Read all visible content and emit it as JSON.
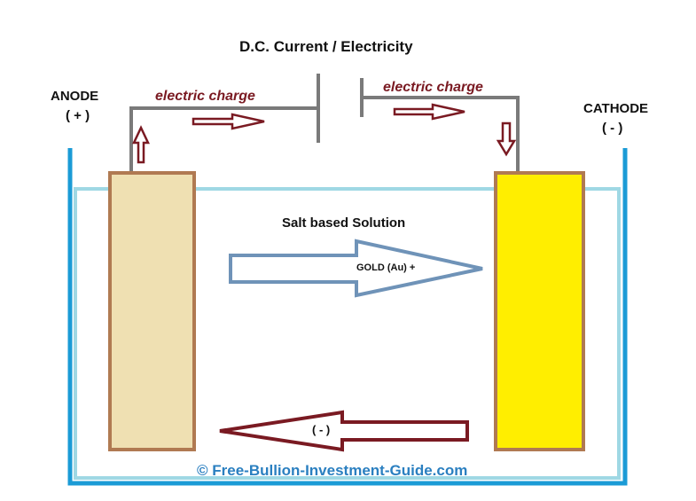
{
  "title": "D.C. Current / Electricity",
  "anode": {
    "label": "ANODE",
    "sign": "( + )"
  },
  "cathode": {
    "label": "CATHODE",
    "sign": "( - )"
  },
  "electric_charge_left": "electric charge",
  "electric_charge_right": "electric charge",
  "solution_label": "Salt based Solution",
  "gold_flow_label": "GOLD (Au)  +",
  "negative_flow_label": "( - )",
  "copyright": "© Free-Bullion-Investment-Guide.com",
  "colors": {
    "wire": "#7a7a7a",
    "container": "#1b9bd6",
    "solution": "#9fd8e4",
    "anode_fill": "#efe0b2",
    "cathode_fill": "#ffee00",
    "electrode_border": "#b07a52",
    "charge_arrow": "#7a1a22",
    "gold_arrow": "#6f93b8",
    "copyright": "#2a7fc0"
  }
}
